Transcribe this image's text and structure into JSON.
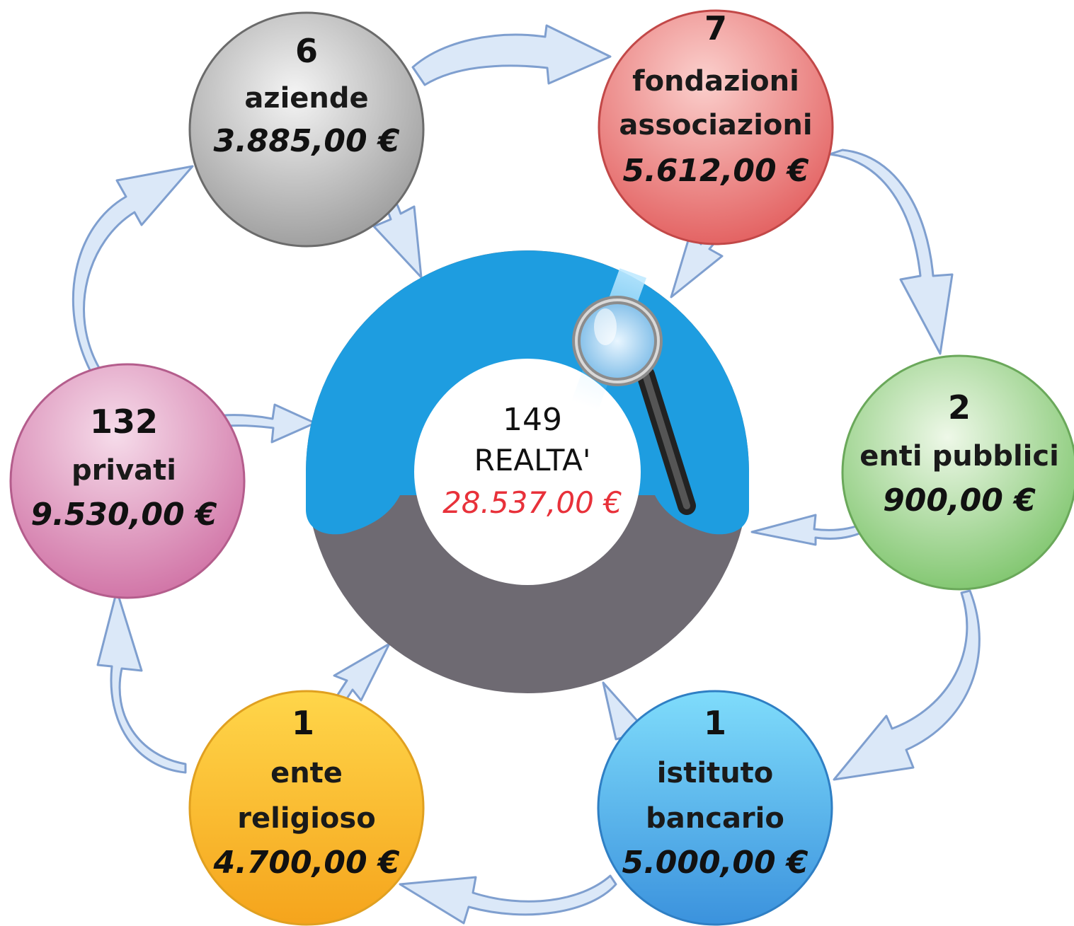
{
  "center": {
    "count": "149",
    "label": "REALTA'",
    "amount": "28.537,00 €",
    "amount_color": "#e8313a",
    "ring_top_color": "#1e9de0",
    "ring_bottom_color": "#6e6a72",
    "icon": "magnifier-icon"
  },
  "nodes": [
    {
      "id": "aziende",
      "count": "6",
      "lines": [
        "aziende"
      ],
      "amount": "3.885,00 €",
      "color_light": "#f4f4f4",
      "color_dark": "#9a9a9a"
    },
    {
      "id": "fondazioni",
      "count": "7",
      "lines": [
        "fondazioni",
        "associazioni"
      ],
      "amount": "5.612,00 €",
      "color_light": "#fbd0cd",
      "color_dark": "#e25c5c"
    },
    {
      "id": "enti-pubblici",
      "count": "2",
      "lines": [
        "enti pubblici"
      ],
      "amount": "900,00 €",
      "color_light": "#dff1d6",
      "color_dark": "#7cc46a"
    },
    {
      "id": "istituto-bancario",
      "count": "1",
      "lines": [
        "istituto",
        "bancario"
      ],
      "amount": "5.000,00 €",
      "color_light": "#7fdcfb",
      "color_dark": "#3b92dd"
    },
    {
      "id": "ente-religioso",
      "count": "1",
      "lines": [
        "ente",
        "religioso"
      ],
      "amount": "4.700,00 €",
      "color_light": "#ffd64a",
      "color_dark": "#f5a41c"
    },
    {
      "id": "privati",
      "count": "132",
      "lines": [
        "privati"
      ],
      "amount": "9.530,00 €",
      "color_light": "#f2c5dc",
      "color_dark": "#cf6fa3"
    }
  ]
}
